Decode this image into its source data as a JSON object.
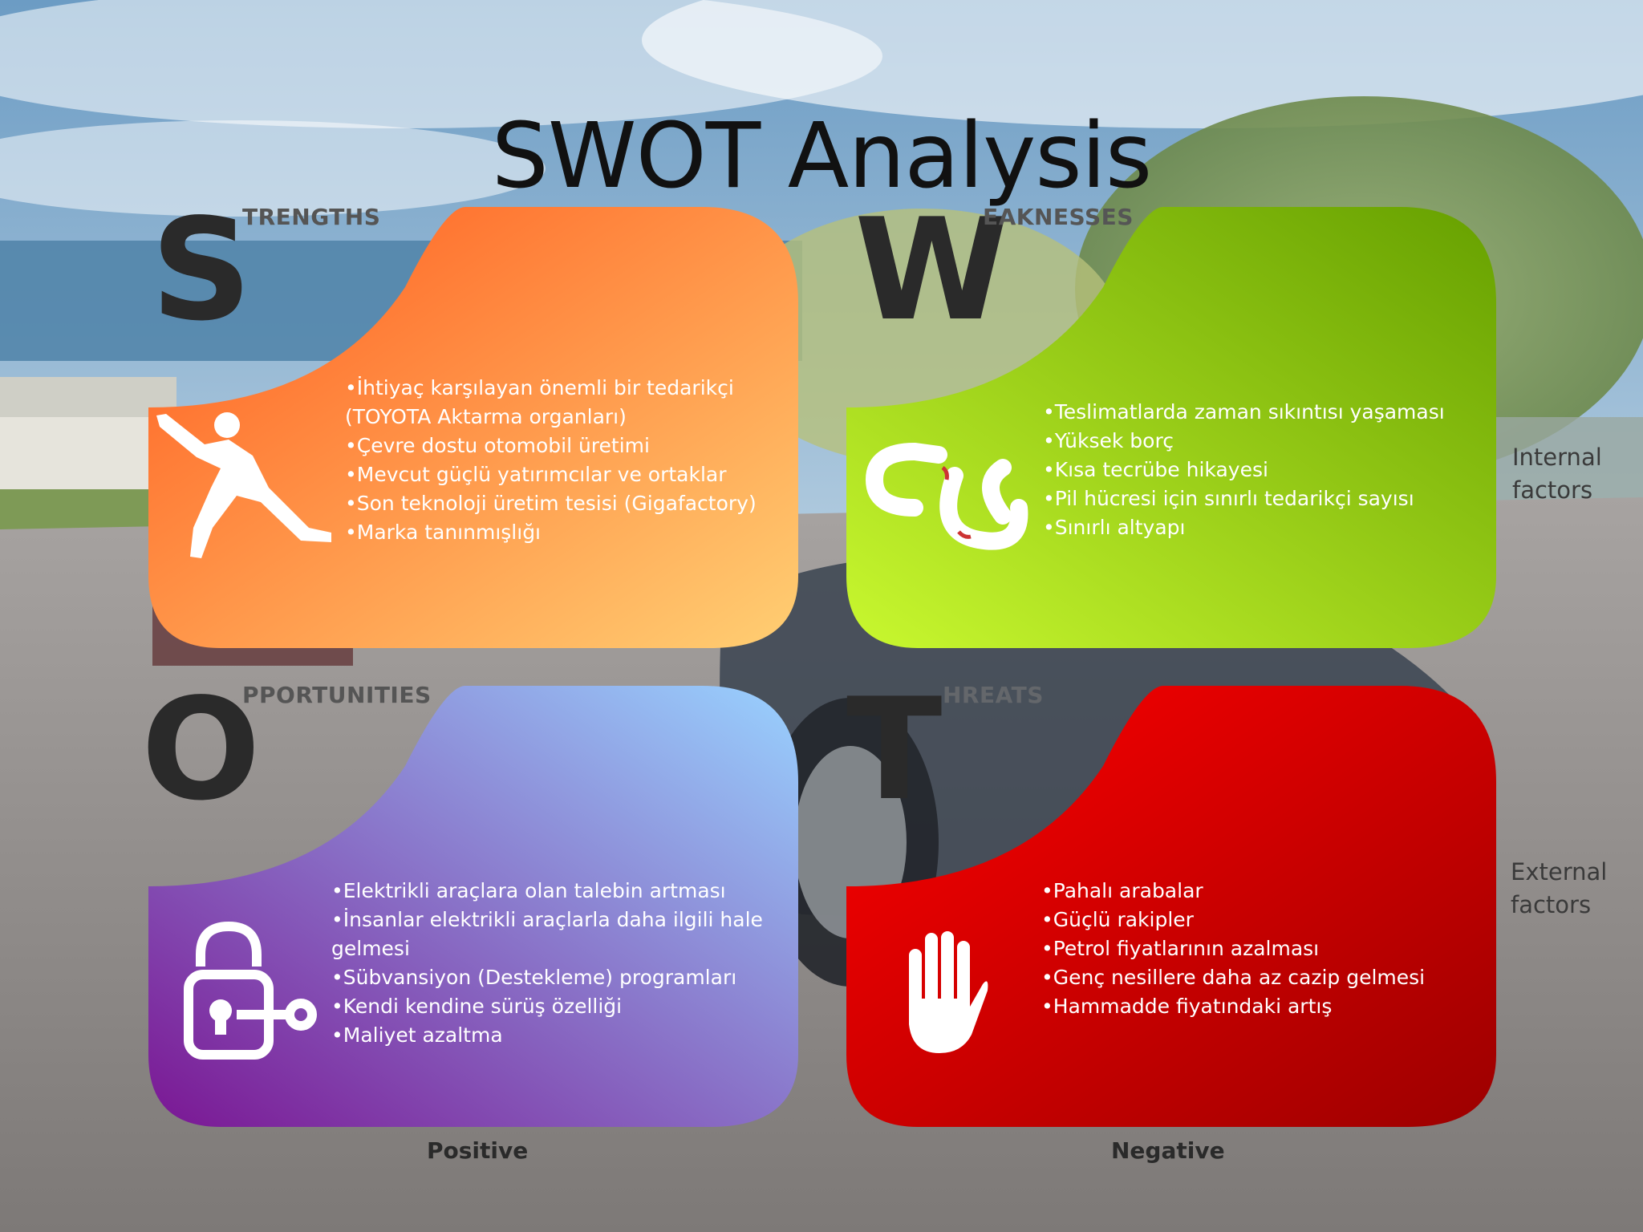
{
  "title": "SWOT Analysis",
  "quadrants": {
    "strengths": {
      "letter": "S",
      "rest": "TRENGTHS",
      "color_start": "#ff6a2b",
      "color_end": "#ffc46b",
      "items": [
        "•İhtiyaç karşılayan önemli bir tedarikçi",
        "(TOYOTA Aktarma organları)",
        "•Çevre dostu otomobil üretimi",
        "•Mevcut güçlü yatırımcılar ve ortaklar",
        "•Son teknoloji üretim tesisi (Gigafactory)",
        "•Marka tanınmışlığı"
      ],
      "icon": "pushing-man-icon"
    },
    "weaknesses": {
      "letter": "W",
      "rest": "EAKNESSES",
      "color_start": "#6fa800",
      "color_end": "#c6f52c",
      "items": [
        "•Teslimatlarda zaman sıkıntısı yaşaması",
        "•Yüksek borç",
        "•Kısa tecrübe hikayesi",
        "•Pil hücresi için sınırlı tedarikçi sayısı",
        "•Sınırlı altyapı"
      ],
      "icon": "broken-chain-icon"
    },
    "opportunities": {
      "letter": "O",
      "rest": "PPORTUNITIES",
      "color_start": "#7a1f9a",
      "color_end": "#9ccfff",
      "items": [
        "•Elektrikli araçlara olan talebin artması",
        "•İnsanlar elektrikli araçlarla daha ilgili hale",
        "gelmesi",
        "•Sübvansiyon (Destekleme) programları",
        "•Kendi kendine sürüş özelliği",
        "•Maliyet azaltma"
      ],
      "icon": "unlocked-padlock-icon"
    },
    "threats": {
      "letter": "T",
      "rest": "HREATS",
      "color_start": "#f20000",
      "color_end": "#a40000",
      "items": [
        "•Pahalı arabalar",
        "•Güçlü rakipler",
        "•Petrol fiyatlarının azalması",
        "•Genç nesillere daha az cazip gelmesi",
        "•Hammadde fiyatındaki artış"
      ],
      "icon": "stop-hand-icon"
    }
  },
  "factors": {
    "internal": [
      "Internal",
      "factors"
    ],
    "external": [
      "External",
      "factors"
    ]
  },
  "axis": {
    "positive": "Positive",
    "negative": "Negative"
  }
}
